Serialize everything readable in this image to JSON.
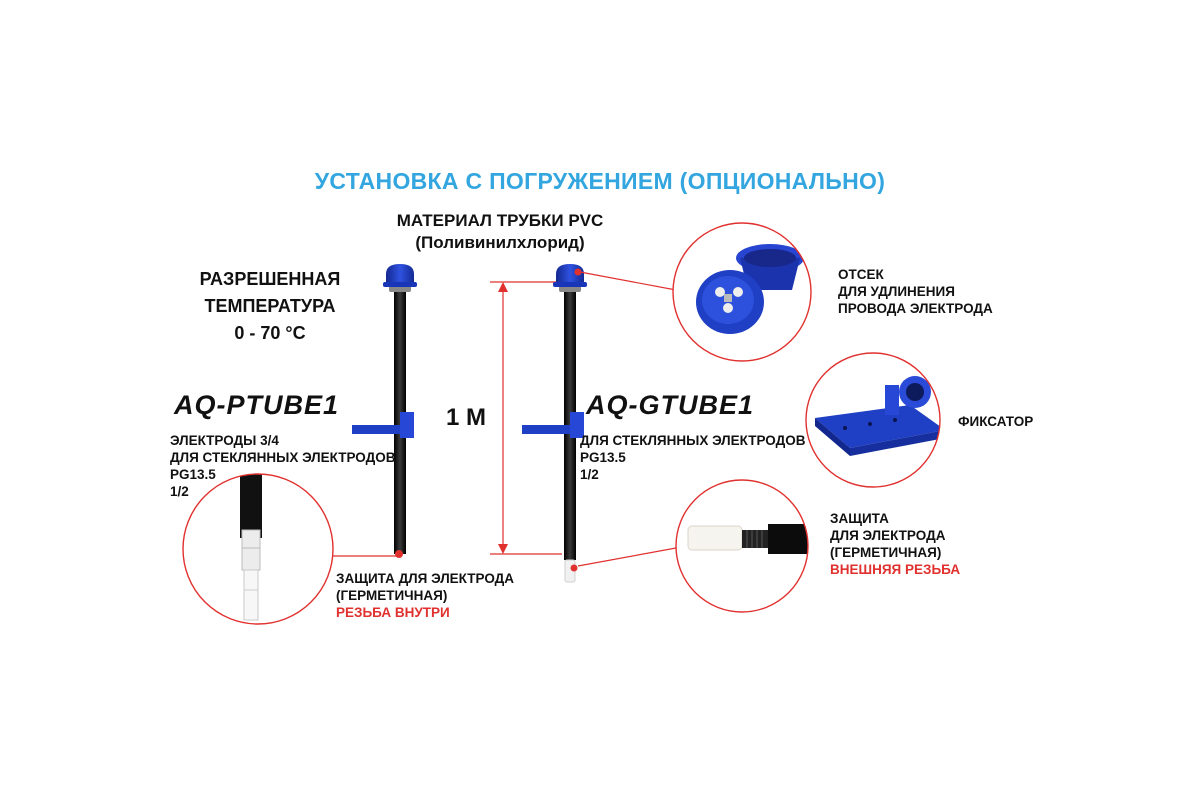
{
  "title": "УСТАНОВКА С ПОГРУЖЕНИЕМ (ОПЦИОНАЛЬНО)",
  "material": {
    "line1": "МАТЕРИАЛ ТРУБКИ PVC",
    "line2": "(Поливинилхлорид)"
  },
  "temperature": {
    "line1": "РАЗРЕШЕННАЯ",
    "line2": "ТЕМПЕРАТУРА",
    "line3": "0 - 70 °C"
  },
  "length_label": "1 М",
  "ptube": {
    "model": "AQ-PTUBE1",
    "spec": [
      "ЭЛЕКТРОДЫ 3/4",
      "ДЛЯ СТЕКЛЯННЫХ ЭЛЕКТРОДОВ",
      "PG13.5",
      "1/2"
    ],
    "protection": [
      "ЗАЩИТА ДЛЯ ЭЛЕКТРОДА",
      "(ГЕРМЕТИЧНАЯ)"
    ],
    "thread": "РЕЗЬБА ВНУТРИ"
  },
  "gtube": {
    "model": "AQ-GTUBE1",
    "spec": [
      "ДЛЯ СТЕКЛЯННЫХ ЭЛЕКТРОДОВ",
      "PG13.5",
      "1/2"
    ]
  },
  "compartment": [
    "ОТСЕК",
    "ДЛЯ УДЛИНЕНИЯ",
    "ПРОВОДА ЭЛЕКТРОДА"
  ],
  "clamp": "ФИКСАТОР",
  "protection_right": {
    "lines": [
      "ЗАЩИТА",
      "ДЛЯ ЭЛЕКТРОДА",
      "(ГЕРМЕТИЧНАЯ)"
    ],
    "thread": "ВНЕШНЯЯ РЕЗЬБА"
  },
  "colors": {
    "accent_blue": "#33a6e0",
    "red": "#e0312f",
    "part_blue": "#1f3fc4"
  }
}
